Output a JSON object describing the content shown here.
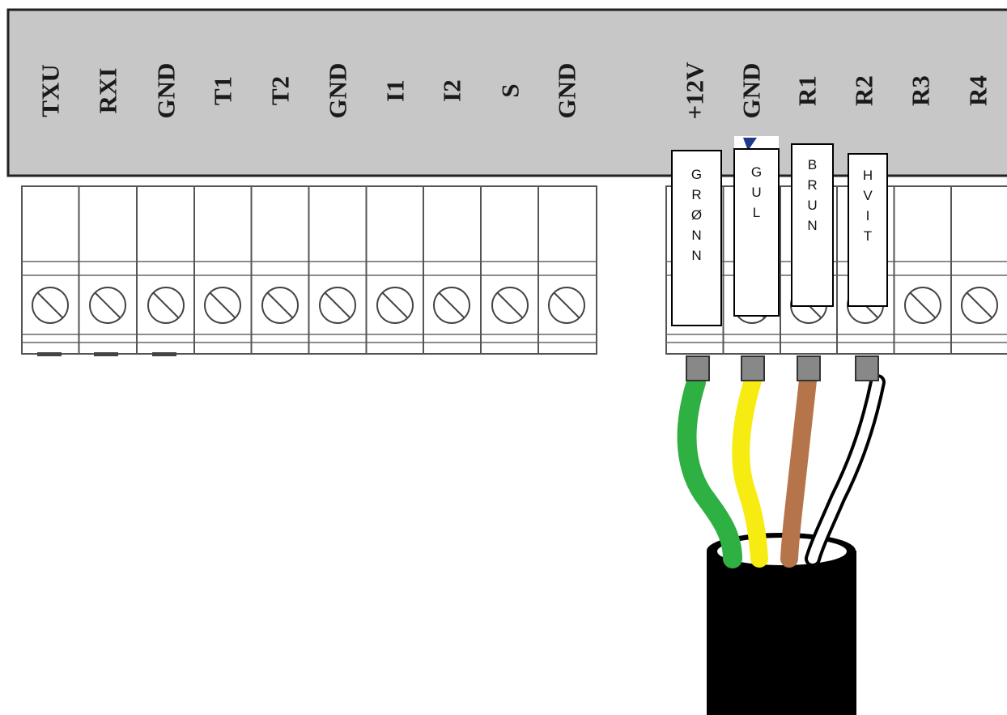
{
  "terminal_labels": [
    "TXU",
    "RXI",
    "GND",
    "T1",
    "T2",
    "GND",
    "I1",
    "I2",
    "S",
    "GND",
    "+12V",
    "GND",
    "R1",
    "R2",
    "R3",
    "R4"
  ],
  "wire_tags": [
    {
      "text": "GRØNN",
      "terminal": "+12V",
      "color": "#2eb043"
    },
    {
      "text": "GUL",
      "terminal": "GND",
      "color": "#f7ec12"
    },
    {
      "text": "BRUN",
      "terminal": "R1",
      "color": "#b5744a"
    },
    {
      "text": "HVIT",
      "terminal": "R2",
      "color": "#ffffff"
    }
  ],
  "colors": {
    "panel": "#c7c7c7",
    "outline": "#3c3c3c",
    "cable_jacket": "#000000",
    "conductor_end": "#888888"
  }
}
